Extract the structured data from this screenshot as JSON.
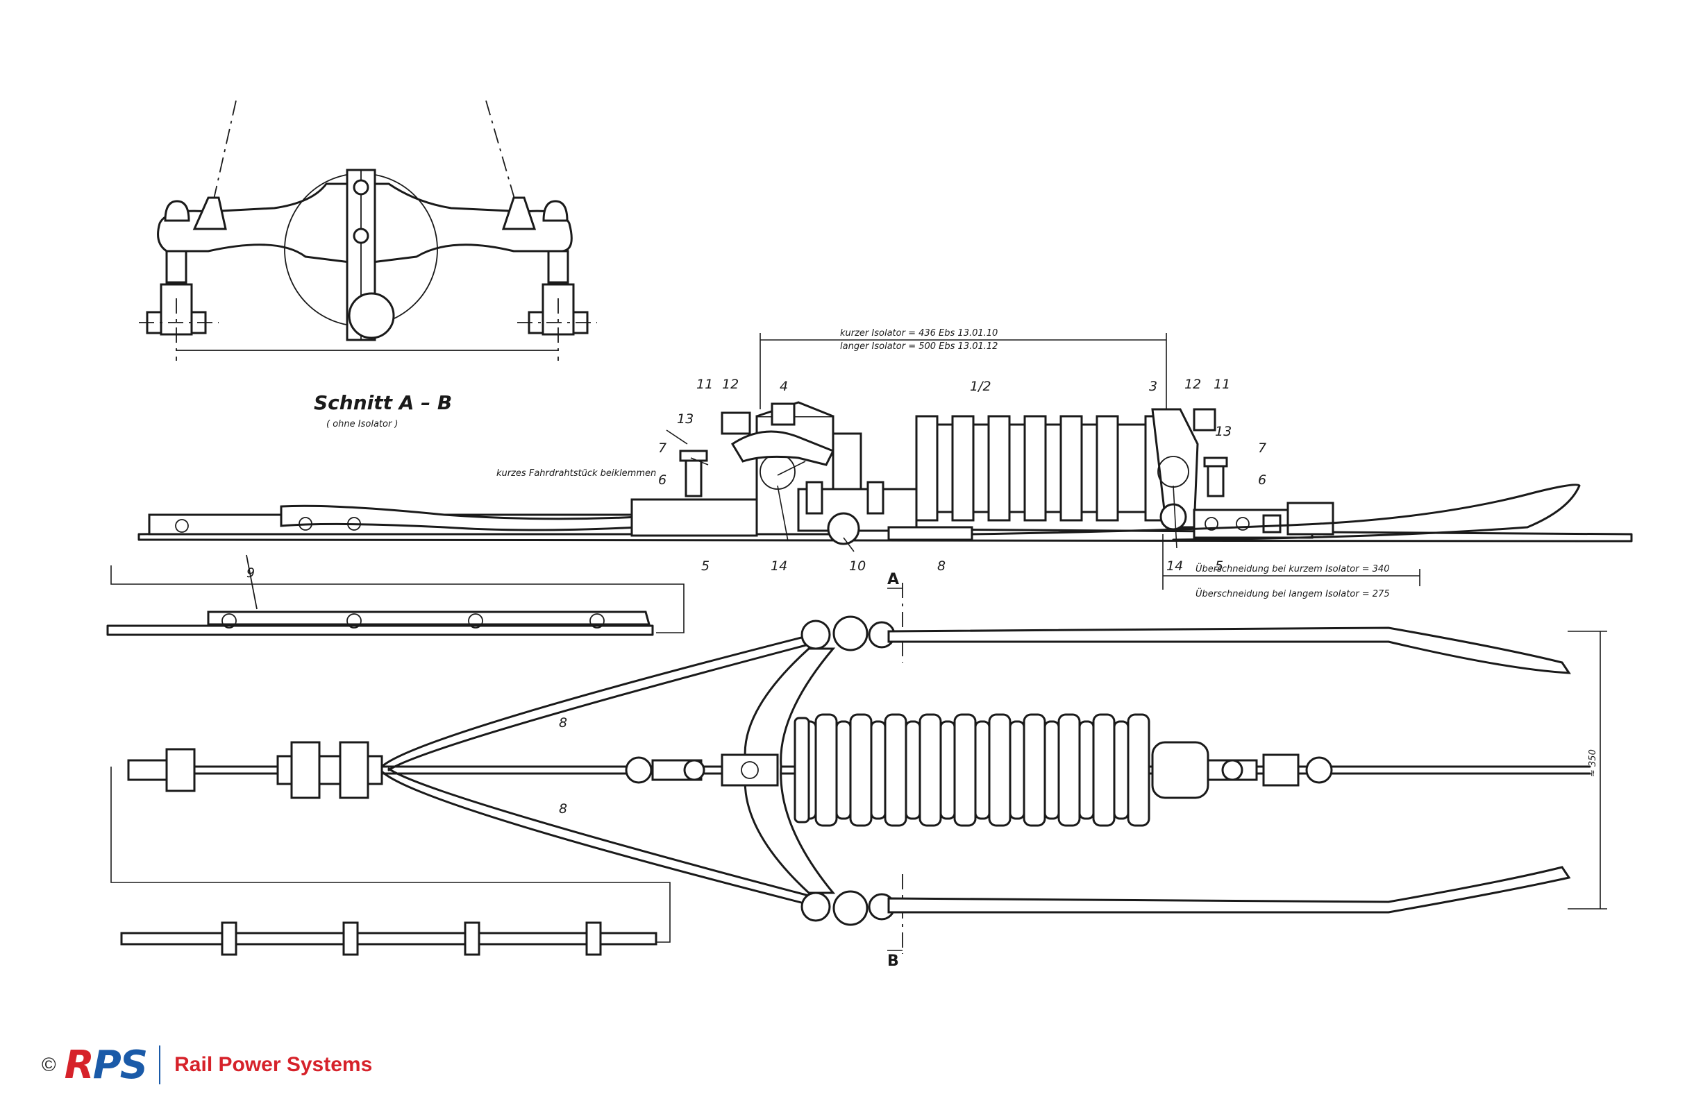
{
  "section_view": {
    "title": "Schnitt  A – B",
    "subtitle": "( ohne Isolator )"
  },
  "dimension_top": {
    "line1": "kurzer  Isolator = 436        Ebs 13.01.10",
    "line2": "langer  Isolator = 500        Ebs 13.01.12"
  },
  "annotation_contact_wire": "kurzes  Fahrdrahtstück  beiklemmen",
  "overlap": {
    "line1": "Überschneidung  bei kurzem  Isolator = 340",
    "line2": "Überschneidung  bei langem  Isolator = 275"
  },
  "part_labels": {
    "p11_left": "11",
    "p12_left": "12",
    "p4": "4",
    "p1_2": "1/2",
    "p3": "3",
    "p12_right": "12",
    "p11_right": "11",
    "p13_left": "13",
    "p13_right": "13",
    "p7_left": "7",
    "p7_right": "7",
    "p6_left": "6",
    "p6_right": "6",
    "p5_left": "5",
    "p5_right": "5",
    "p14_left": "14",
    "p14_right": "14",
    "p10": "10",
    "p8_side": "8",
    "p9": "9",
    "p8_plan_upper": "8",
    "p8_plan_lower": "8"
  },
  "section_markers": {
    "a": "A",
    "b": "B"
  },
  "side_dimension": "≈ 350",
  "footer": {
    "copyright": "©",
    "logo_r": "R",
    "logo_rest": "PS",
    "company": "Rail Power Systems"
  },
  "colors": {
    "drawing": "#1a1a1a",
    "brand_blue": "#1a5aa8",
    "brand_red": "#d6222a"
  }
}
